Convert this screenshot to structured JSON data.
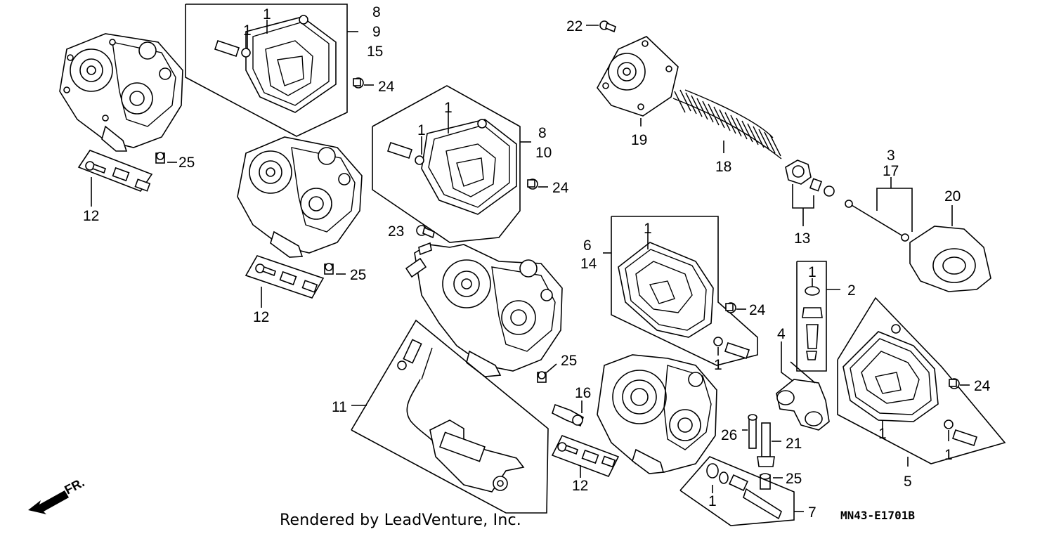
{
  "callouts": [
    {
      "id": "c8a",
      "text": "8"
    },
    {
      "id": "c9",
      "text": "9"
    },
    {
      "id": "c15",
      "text": "15"
    },
    {
      "id": "c1a",
      "text": "1"
    },
    {
      "id": "c1b",
      "text": "1"
    },
    {
      "id": "c24a",
      "text": "24"
    },
    {
      "id": "c25a",
      "text": "25"
    },
    {
      "id": "c12a",
      "text": "12"
    },
    {
      "id": "c1c",
      "text": "1"
    },
    {
      "id": "c1d",
      "text": "1"
    },
    {
      "id": "c8b",
      "text": "8"
    },
    {
      "id": "c10",
      "text": "10"
    },
    {
      "id": "c24b",
      "text": "24"
    },
    {
      "id": "c25b",
      "text": "25"
    },
    {
      "id": "c12b",
      "text": "12"
    },
    {
      "id": "c23",
      "text": "23"
    },
    {
      "id": "c22",
      "text": "22"
    },
    {
      "id": "c19",
      "text": "19"
    },
    {
      "id": "c18",
      "text": "18"
    },
    {
      "id": "c13",
      "text": "13"
    },
    {
      "id": "c3",
      "text": "3"
    },
    {
      "id": "c17",
      "text": "17"
    },
    {
      "id": "c20",
      "text": "20"
    },
    {
      "id": "c6",
      "text": "6"
    },
    {
      "id": "c14",
      "text": "14"
    },
    {
      "id": "c1e",
      "text": "1"
    },
    {
      "id": "c24c",
      "text": "24"
    },
    {
      "id": "c1f",
      "text": "1"
    },
    {
      "id": "c1g",
      "text": "1"
    },
    {
      "id": "c2",
      "text": "2"
    },
    {
      "id": "c4",
      "text": "4"
    },
    {
      "id": "c25c",
      "text": "25"
    },
    {
      "id": "c11",
      "text": "11"
    },
    {
      "id": "c16",
      "text": "16"
    },
    {
      "id": "c12c",
      "text": "12"
    },
    {
      "id": "c26",
      "text": "26"
    },
    {
      "id": "c21",
      "text": "21"
    },
    {
      "id": "c25d",
      "text": "25"
    },
    {
      "id": "c1h",
      "text": "1"
    },
    {
      "id": "c7",
      "text": "7"
    },
    {
      "id": "c5",
      "text": "5"
    },
    {
      "id": "c1i",
      "text": "1"
    },
    {
      "id": "c1j",
      "text": "1"
    },
    {
      "id": "c24d",
      "text": "24"
    }
  ],
  "direction_label": "FR.",
  "footer_credit": "Rendered by LeadVenture, Inc.",
  "diagram_code": "MN43-E1701B"
}
